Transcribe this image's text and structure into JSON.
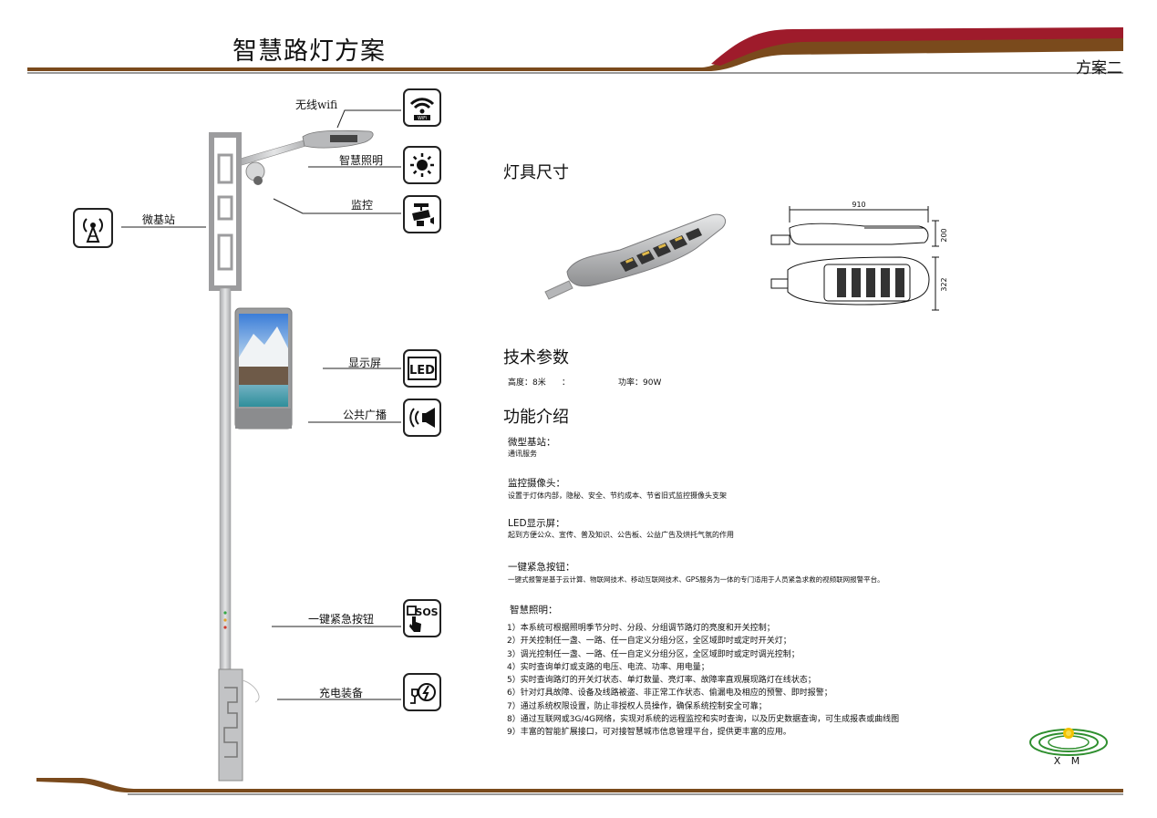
{
  "header": {
    "title": "智慧路灯方案",
    "plan_label": "方案二"
  },
  "pole_labels": {
    "wifi": "无线wifi",
    "lighting": "智慧照明",
    "monitor": "监控",
    "base_station": "微基站",
    "screen": "显示屏",
    "broadcast": "公共广播",
    "sos": "一键紧急按钮",
    "charging": "充电装备"
  },
  "icons": {
    "wifi": "wifi-icon",
    "lighting": "sun-icon",
    "monitor": "cctv-camera-icon",
    "base_station": "antenna-tower-icon",
    "screen": "led-icon",
    "broadcast": "speaker-icon",
    "sos": "sos-button-icon",
    "charging": "ev-charger-icon"
  },
  "sections": {
    "dimensions_title": "灯具尺寸",
    "tech_title": "技术参数",
    "function_title": "功能介绍"
  },
  "dimensions": {
    "length": "910",
    "height": "200",
    "width": "322"
  },
  "tech": {
    "height": "高度：8米",
    "colon": "：",
    "power": "功率：90W"
  },
  "functions": {
    "base_station_title": "微型基站：",
    "base_station_desc": "通讯服务",
    "camera_title": "监控摄像头：",
    "camera_desc": "设置于灯体内部，隐秘、安全、节约成本、节省旧式监控摄像头支架",
    "led_title": "LED显示屏：",
    "led_desc": "起到方便公众、宣传、普及知识、公告板、公益广告及烘托气氛的作用",
    "sos_title": "一键紧急按钮：",
    "sos_desc": "一键式报警是基于云计算、物联网技术、移动互联网技术、GPS服务为一体的专门适用于人员紧急求救的视频联网报警平台。",
    "lighting_title": "智慧照明：",
    "lighting_items": [
      "1）本系统可根据照明季节分时、分段、分组调节路灯的亮度和开关控制；",
      "2）开关控制任一盏、一路、任一自定义分组分区，全区域即时或定时开关灯；",
      "3）调光控制任一盏、一路、任一自定义分组分区，全区域即时或定时调光控制；",
      "4）实时查询单灯或支路的电压、电流、功率、用电量；",
      "5）实时查询路灯的开关灯状态、单灯数量、亮灯率、故障率直观展现路灯在线状态；",
      "6）针对灯具故障、设备及线路被盗、非正常工作状态、偷漏电及相应的预警、即时报警；",
      "7）通过系统权限设置，防止非授权人员操作，确保系统控制安全可靠；",
      "8）通过互联网或3G/4G网络，实现对系统的远程监控和实时查询，以及历史数据查询，可生成报表或曲线图",
      "9）丰富的智能扩展接口，可对接智慧城市信息管理平台，提供更丰富的应用。"
    ]
  },
  "logo": {
    "text": "X M"
  },
  "colors": {
    "accent": "#9e1b2b",
    "brown": "#7a4a1c",
    "pole": "#c9cacc"
  }
}
